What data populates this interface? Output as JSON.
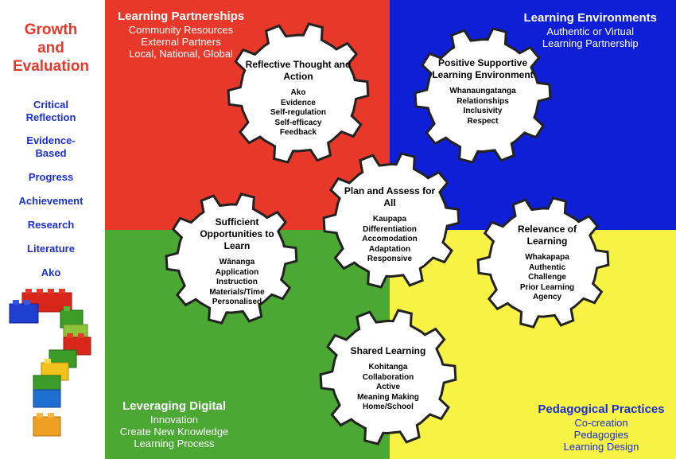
{
  "sidebar": {
    "title": [
      "Growth",
      "and",
      "Evaluation"
    ],
    "items": [
      "Critical Reflection",
      "Evidence-Based",
      "Progress",
      "Achievement",
      "Research",
      "Literature",
      "Ako"
    ]
  },
  "quadrants": {
    "top_left": {
      "heading": "Learning Partnerships",
      "lines": [
        "Community Resources",
        "External Partners",
        "Local, National, Global"
      ]
    },
    "top_right": {
      "heading": "Learning Environments",
      "lines": [
        "Authentic or Virtual",
        "Learning Partnership"
      ]
    },
    "bottom_left": {
      "heading": "Leveraging Digital",
      "lines": [
        "Innovation",
        "Create New Knowledge",
        "Learning Process"
      ]
    },
    "bottom_right": {
      "heading": "Pedagogical Practices",
      "lines": [
        "Co-creation",
        "Pedagogies",
        "Learning Design"
      ]
    }
  },
  "gears": [
    {
      "title": "Reflective Thought and Action",
      "items": [
        "Ako",
        "Evidence",
        "Self-regulation",
        "Self-efficacy",
        "Feedback"
      ]
    },
    {
      "title": "Positive Supportive Learning Environment",
      "items": [
        "Whanaungatanga",
        "Relationships",
        "Inclusivity",
        "Respect"
      ]
    },
    {
      "title": "Plan and Assess for All",
      "items": [
        "Kaupapa",
        "Differentiation",
        "Accomodation",
        "Adaptation",
        "Responsive"
      ]
    },
    {
      "title": "Sufficient Opportunities to Learn",
      "items": [
        "Wānanga",
        "Application",
        "Instruction",
        "Materials/Time",
        "Personalised"
      ]
    },
    {
      "title": "Relevance of Learning",
      "items": [
        "Whakapapa",
        "Authentic",
        "Challenge",
        "Prior Learning",
        "Agency"
      ]
    },
    {
      "title": "Shared Learning",
      "items": [
        "Kohitanga",
        "Collaboration",
        "Active",
        "Meaning Making",
        "Home/School"
      ]
    }
  ],
  "colors": {
    "red": "#e8382a",
    "blue": "#0f1fd8",
    "green": "#4aa833",
    "yellow": "#f7f244",
    "sidebar_text": "#1a2fd6"
  }
}
